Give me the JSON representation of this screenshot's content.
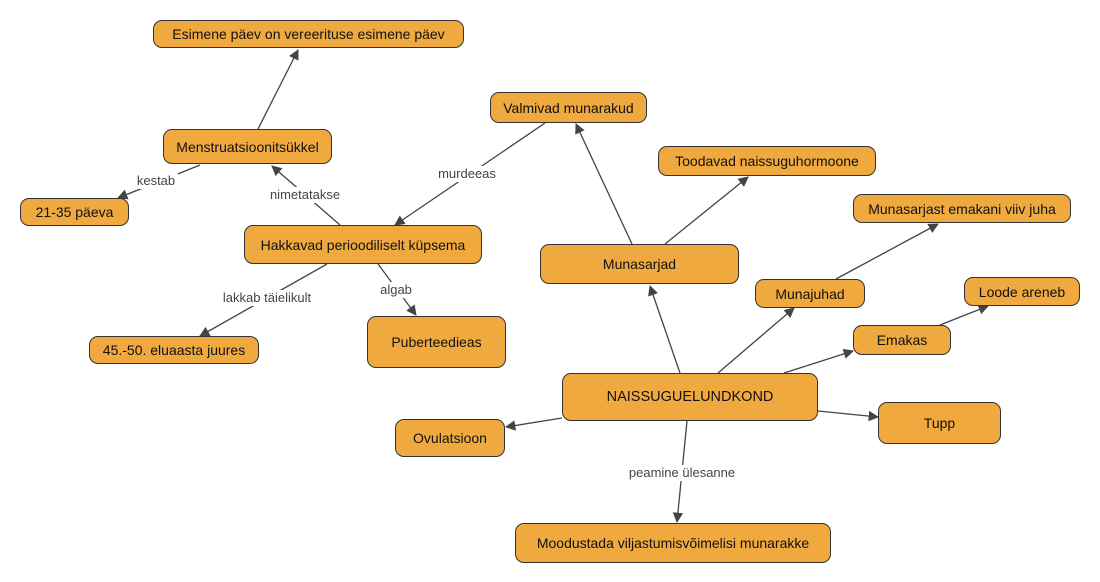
{
  "colors": {
    "node_fill": "#f0a93e",
    "node_border": "#333333",
    "edge": "#444444",
    "label_text": "#444444"
  },
  "nodes": {
    "menstruation_start": "Esimene päev on vereerituse esimene päev",
    "menstrual_cycle": "Menstruatsioonitsükkel",
    "cycle_length": "21-35 päeva",
    "mature_periodically": "Hakkavad perioodiliselt küpsema",
    "age_45_50": "45.-50. eluaasta juures",
    "puberty": "Puberteedieas",
    "mature_follicles": "Valmivad munarakud",
    "hormones": "Toodavad naissuguhormoone",
    "ovaries": "Munasarjad",
    "oviduct_desc": "Munasarjast emakani viiv juha",
    "oviducts": "Munajuhad",
    "fetus_grows": "Loode areneb",
    "uterus": "Emakas",
    "system": "NAISSUGUELUNDKOND",
    "ovulation": "Ovulatsioon",
    "vagina": "Tupp",
    "main_task_goal": "Moodustada viljastumisvõimelisi munarakke"
  },
  "edge_labels": {
    "lasts": "kestab",
    "is_called": "nimetatakse",
    "at_puberty": "murdeeas",
    "stops_completely": "lakkab täielikult",
    "begins": "algab",
    "main_task": "peamine ülesanne"
  }
}
